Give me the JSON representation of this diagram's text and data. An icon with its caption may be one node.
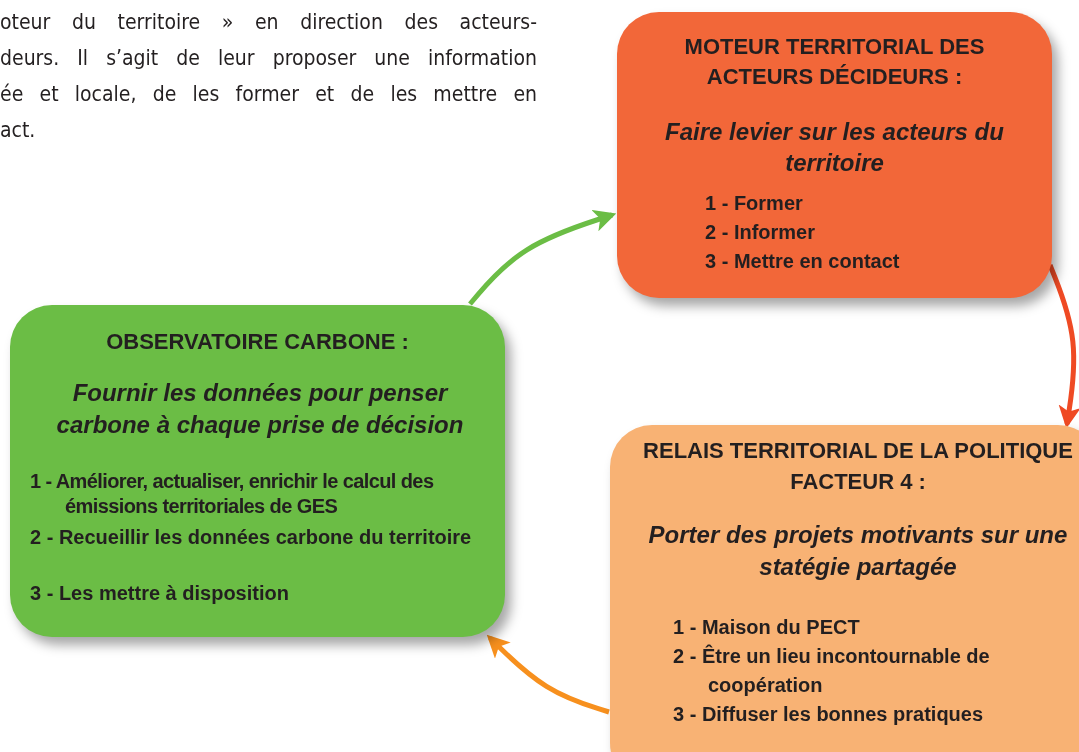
{
  "diagram": {
    "nodes": [
      {
        "text": [
          "MOTEUR TERRITORIAL DES ACTEURS DÉCIDEURS :",
          "Faire levier sur les acteurs du territoire",
          "1 - Former",
          "2 - Informer",
          "3 - Mettre en contact"
        ]
      },
      {
        "text": [
          "OBSERVATOIRE CARBONE :",
          "Fournir les données pour penser carbone à chaque prise de décision",
          "1 - Améliorer, actualiser, enrichir le calcul des émissions territoriales de GES",
          "2 - Recueillir les données carbone du territoire",
          "3 - Les mettre à disposition"
        ]
      },
      {
        "text": [
          "RELAIS TERRITORIAL DE LA POLITIQUE FACTEUR 4 :",
          "Porter des projets motivants sur une statégie partagée",
          "1 - Maison du PECT",
          "2 - Être un lieu incontournable de coopération",
          "3 - Diffuser les bonnes pratiques"
        ]
      }
    ],
    "edges": [
      {
        "from": 1,
        "to": 0,
        "arrow": "to",
        "color": "#6bbd45"
      },
      {
        "from": 0,
        "to": 2,
        "arrow": "to",
        "color": "#ef4a24"
      },
      {
        "from": 2,
        "to": 1,
        "arrow": "to",
        "color": "#f7901e"
      }
    ],
    "labels": [
      "oteur  du territoire » en direction des acteurs-",
      "deurs. Il s’agit de leur proposer une information",
      "ée et locale, de les former et de les mettre en",
      "act."
    ]
  }
}
